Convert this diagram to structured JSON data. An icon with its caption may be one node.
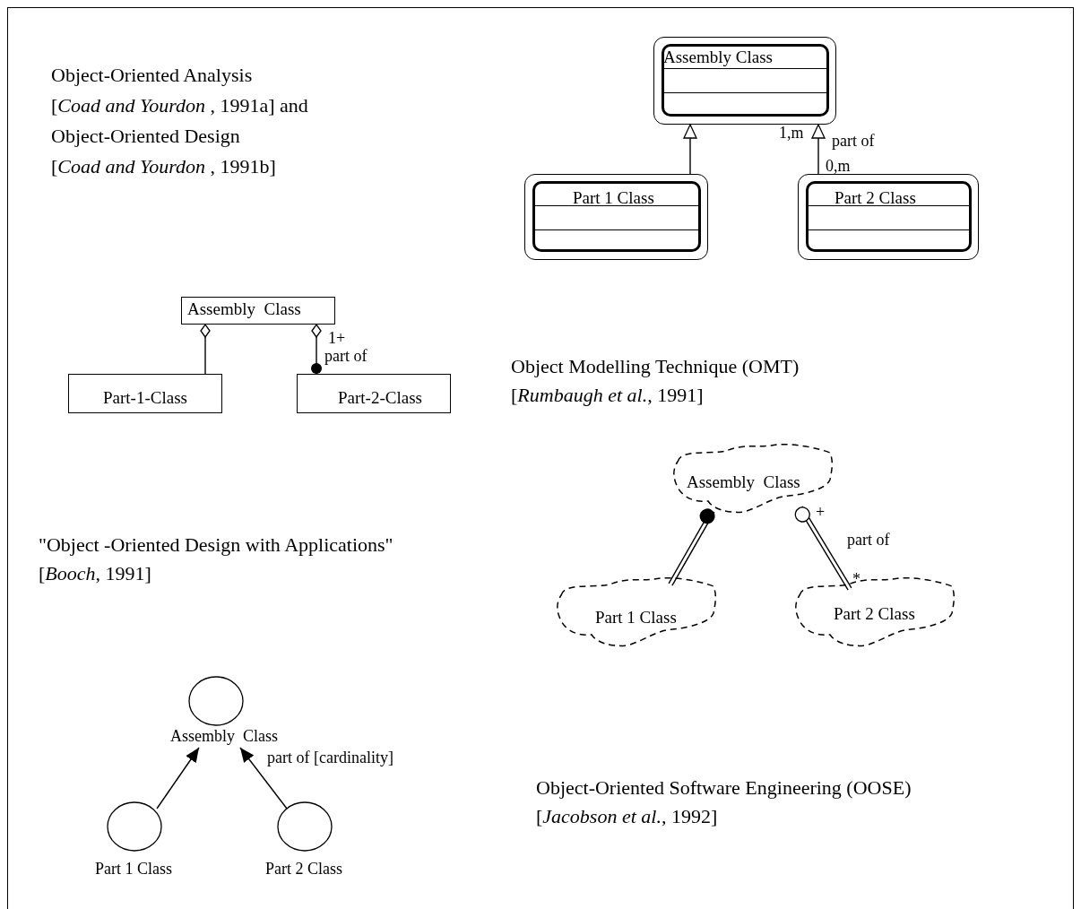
{
  "diagram": {
    "nodes": [
      {
        "text": [
          "Assembly Class"
        ]
      },
      {
        "text": [
          "Part 1 Class"
        ]
      },
      {
        "text": [
          "Part 2 Class"
        ]
      },
      {
        "text": [
          "Assembly  Class"
        ]
      },
      {
        "text": [
          "Part-1-Class"
        ]
      },
      {
        "text": [
          "Part-2-Class"
        ]
      },
      {
        "text": [
          "Assembly  Class"
        ]
      },
      {
        "text": [
          "Part 1 Class"
        ]
      },
      {
        "text": [
          "Part 2 Class"
        ]
      },
      {
        "text": [
          "Assembly  Class"
        ]
      },
      {
        "text": [
          "Part 1 Class"
        ]
      },
      {
        "text": [
          "Part 2 Class"
        ]
      }
    ],
    "edges": [
      {
        "from": 1,
        "to": 0,
        "arrow": "to"
      },
      {
        "from": 2,
        "to": 0,
        "arrow": "to",
        "label": "part of"
      },
      {
        "from": 3,
        "to": 4,
        "arrow": "other"
      },
      {
        "from": 3,
        "to": 5,
        "arrow": "other",
        "label": "part of"
      },
      {
        "from": 6,
        "to": 7,
        "arrow": "other"
      },
      {
        "from": 6,
        "to": 8,
        "arrow": "other",
        "label": "part of"
      },
      {
        "from": 10,
        "to": 9,
        "arrow": "to"
      },
      {
        "from": 11,
        "to": 9,
        "arrow": "to",
        "label": "part of [cardinality]"
      }
    ],
    "labels": [
      "Object-Oriented Analysis",
      "[*Coad and Yourdon* , 1991a] and",
      "Object-Oriented Design",
      "[*Coad and Yourdon* , 1991b]",
      "1,m",
      "0,m",
      "1+",
      "Object Modelling Technique (OMT)",
      "[*Rumbaugh et al.,* 1991]",
      "+",
      "*",
      "\"Object -Oriented Design with Applications\"",
      "[*Booch*, 1991]",
      "Object-Oriented Software Engineering (OOSE)",
      "[*Jacobson et al.,* 1992]"
    ]
  }
}
